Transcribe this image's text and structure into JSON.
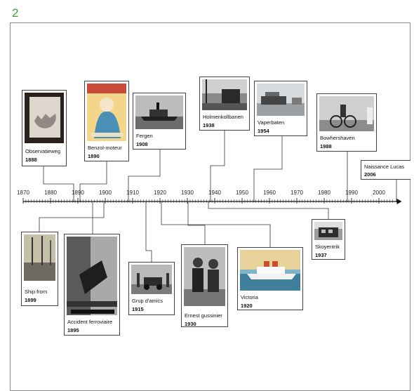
{
  "page_number": "2",
  "axis": {
    "start": 1870,
    "end": 2005,
    "tick_labels": [
      "1870",
      "1880",
      "1890",
      "1900",
      "1910",
      "1920",
      "1930",
      "1940",
      "1950",
      "1960",
      "1970",
      "1980",
      "1990",
      "2000"
    ]
  },
  "events": [
    {
      "id": "observatieweg",
      "title": "Observatieweg",
      "year": "1888",
      "year_value": 1888,
      "photo": "halftone-moon-photo"
    },
    {
      "id": "benzol",
      "title": "Benzol-moteur",
      "year": "1890",
      "year_value": 1890,
      "photo": "color-poster-lithograph"
    },
    {
      "id": "fergen",
      "title": "Fergen",
      "year": "1908",
      "year_value": 1908,
      "photo": "ferry-boat-photo"
    },
    {
      "id": "holmenkoll",
      "title": "Holmenkollbanen",
      "year": "1938",
      "year_value": 1938,
      "photo": "tram-railway-photo"
    },
    {
      "id": "vaperbaten",
      "title": "Vaperbaten",
      "year": "1954",
      "year_value": 1954,
      "photo": "boat-harbor-photo"
    },
    {
      "id": "bowhers",
      "title": "Bowhershaven",
      "year": "1988",
      "year_value": 1988,
      "photo": "motorcycle-rider-photo"
    },
    {
      "id": "naissance",
      "title": "Naissance Lucas",
      "year": "2006",
      "year_value": 2006,
      "photo": ""
    },
    {
      "id": "shipfrom",
      "title": "Ship from",
      "year": "1899",
      "year_value": 1899,
      "photo": "ship-deck-photo"
    },
    {
      "id": "accident",
      "title": "Accident ferroviaire",
      "year": "1895",
      "year_value": 1895,
      "photo": "train-wreck-photo"
    },
    {
      "id": "grup",
      "title": "Grup d'amics",
      "year": "1915",
      "year_value": 1915,
      "photo": "group-with-car-photo"
    },
    {
      "id": "ernest",
      "title": "Ernest gussinier",
      "year": "1930",
      "year_value": 1930,
      "photo": "couple-portrait-photo"
    },
    {
      "id": "victoria",
      "title": "Victoria",
      "year": "1920",
      "year_value": 1920,
      "photo": "ocean-liner-painting"
    },
    {
      "id": "skoyentrik",
      "title": "Skoyentrik",
      "year": "1937",
      "year_value": 1937,
      "photo": "street-tram-photo"
    }
  ]
}
